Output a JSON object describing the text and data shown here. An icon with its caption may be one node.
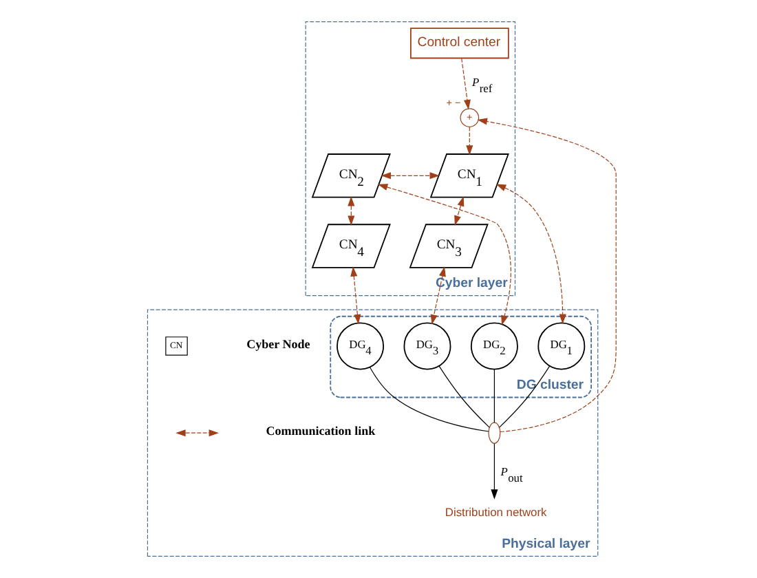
{
  "diagram": {
    "nodes": [
      {
        "text": [
          "Cyber layer"
        ]
      },
      {
        "text": [
          "CN$_{2}$"
        ],
        "in": 0
      },
      {
        "text": [
          "CN$_{1}$"
        ],
        "in": 0
      },
      {
        "text": [
          "CN$_{4}$"
        ],
        "in": 0
      },
      {
        "text": [
          "CN$_{3}$"
        ],
        "in": 0
      },
      {
        "text": [
          "+"
        ],
        "in": 0,
        "beside": [
          "+",
          "−"
        ]
      },
      {
        "text": [
          "Control center"
        ],
        "in": 0
      },
      {
        "text": [
          "Physical layer"
        ]
      },
      {
        "text": [
          "DG cluster"
        ],
        "in": 7
      },
      {
        "text": [
          "DG$_{2}$"
        ],
        "in": 8
      },
      {
        "text": [
          "DG$_{1}$"
        ],
        "in": 8
      },
      {
        "text": [
          "DG$_{4}$"
        ],
        "in": 8
      },
      {
        "text": [
          "DG$_{3}$"
        ],
        "in": 8
      },
      {
        "text": [],
        "shape": "ellipse",
        "in": 7
      },
      {
        "text": [
          "Distribution network"
        ],
        "in": 7
      }
    ],
    "edges": [
      {
        "from": 1,
        "to": 2,
        "arrow": "both",
        "style": "dashed"
      },
      {
        "from": 1,
        "to": 3,
        "arrow": "both",
        "style": "dashed"
      },
      {
        "from": 2,
        "to": 4,
        "arrow": "both",
        "style": "dashed"
      },
      {
        "from": 6,
        "to": 5,
        "arrow": "to",
        "style": "dashed",
        "label": "*P*$_{ref}$"
      },
      {
        "from": 5,
        "to": 2,
        "arrow": "to",
        "style": "dashed"
      },
      {
        "from": 13,
        "to": 5,
        "arrow": "to",
        "style": "dashed"
      },
      {
        "from": 1,
        "to": 9,
        "arrow": "both",
        "style": "dashed"
      },
      {
        "from": 2,
        "to": 10,
        "arrow": "both",
        "style": "dashed"
      },
      {
        "from": 3,
        "to": 11,
        "arrow": "both",
        "style": "dashed"
      },
      {
        "from": 4,
        "to": 12,
        "arrow": "both",
        "style": "dashed"
      },
      {
        "from": 9,
        "to": 13,
        "arrow": "none",
        "color": "#000000"
      },
      {
        "from": 10,
        "to": 13,
        "arrow": "none",
        "color": "#000000"
      },
      {
        "from": 11,
        "to": 13,
        "arrow": "none",
        "color": "#000000"
      },
      {
        "from": 12,
        "to": 13,
        "arrow": "none",
        "color": "#000000"
      },
      {
        "from": 13,
        "to": 14,
        "arrow": "to",
        "color": "#000000",
        "label": "*P*$_{out}$"
      }
    ],
    "labels": [
      "CN"
    ],
    "legend": [
      {
        "text": "Cyber Node"
      },
      {
        "text": "Communication link"
      }
    ]
  }
}
